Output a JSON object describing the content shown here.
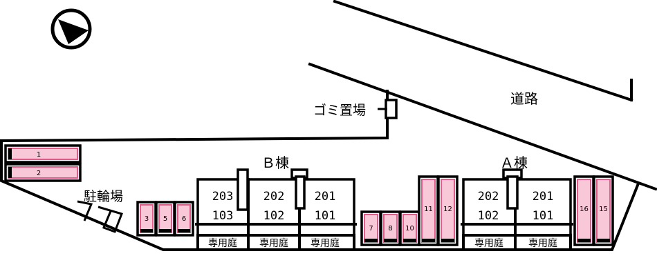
{
  "colors": {
    "slot_fill": "#f8c8d8",
    "slot_edge": "#e45a8a",
    "line": "#000000"
  },
  "compass": {
    "icon": "north-arrow-icon"
  },
  "labels": {
    "road": "道路",
    "garbage": "ゴミ置場",
    "bicycle": "駐輪場",
    "building_b": "Ｂ棟",
    "building_a": "Ａ棟"
  },
  "building_b": {
    "units": [
      {
        "upper": "203",
        "lower": "103"
      },
      {
        "upper": "202",
        "lower": "102"
      },
      {
        "upper": "201",
        "lower": "101"
      }
    ],
    "gardens": [
      "専用庭",
      "専用庭",
      "専用庭"
    ]
  },
  "building_a": {
    "units": [
      {
        "upper": "202",
        "lower": "102"
      },
      {
        "upper": "201",
        "lower": "101"
      }
    ],
    "gardens": [
      "専用庭",
      "専用庭"
    ]
  },
  "parking": [
    "1",
    "2",
    "3",
    "5",
    "6",
    "7",
    "8",
    "10",
    "11",
    "12",
    "16",
    "15"
  ]
}
